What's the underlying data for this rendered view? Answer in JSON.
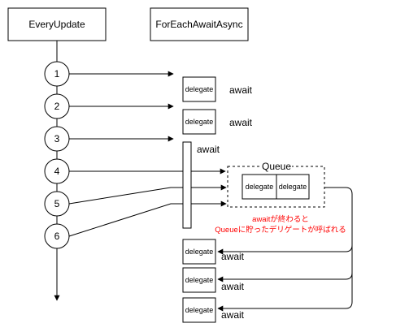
{
  "headers": {
    "every_update": "EveryUpdate",
    "for_each": "ForEachAwaitAsync"
  },
  "ticks": [
    "1",
    "2",
    "3",
    "4",
    "5",
    "6"
  ],
  "delegate_label": "delegate",
  "await_label": "await",
  "queue_label": "Queue",
  "note_line1": "awaitが終わると",
  "note_line2": "Queueに貯ったデリゲートが呼ばれる",
  "colors": {
    "stroke": "#000000",
    "note": "#ff0000",
    "background": "#ffffff"
  }
}
